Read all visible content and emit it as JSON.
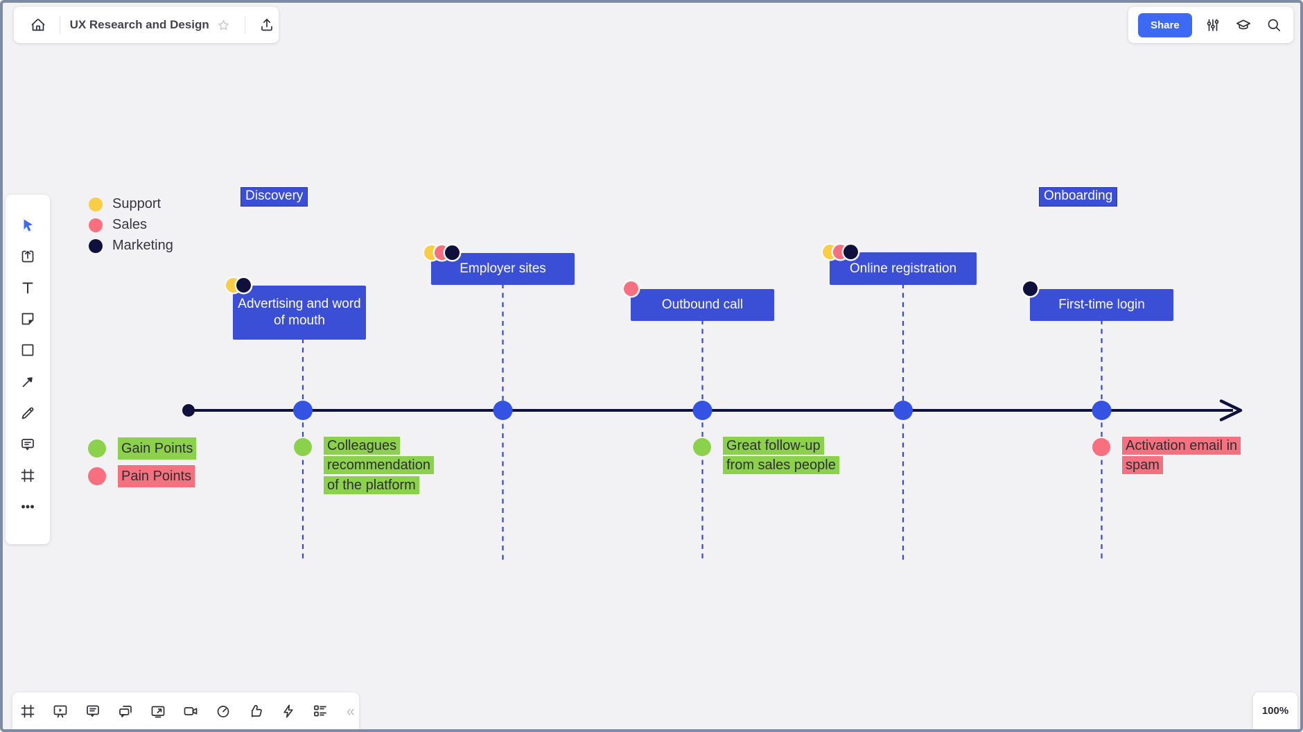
{
  "header": {
    "board_title": "UX Research and Design",
    "share_label": "Share",
    "icons": [
      "home-icon",
      "star-icon",
      "export-icon",
      "adjustments-icon",
      "learn-icon",
      "search-icon"
    ]
  },
  "left_toolbar": {
    "tools": [
      "select",
      "templates",
      "text",
      "sticky-note",
      "shape",
      "arrow",
      "pen",
      "comment",
      "frame",
      "more"
    ]
  },
  "bottom_toolbar": {
    "tools": [
      "frames",
      "present",
      "notes",
      "chat",
      "screen-share",
      "video-chat",
      "timer",
      "reactions",
      "energy",
      "cards"
    ],
    "collapse_glyph": "«"
  },
  "zoom_indicator": "100%",
  "canvas": {
    "legend": [
      {
        "label": "Support",
        "color": "#F9CE46"
      },
      {
        "label": "Sales",
        "color": "#F8707F"
      },
      {
        "label": "Marketing",
        "color": "#10103C"
      }
    ],
    "phases": [
      {
        "label": "Discovery"
      },
      {
        "label": "Onboarding"
      }
    ],
    "milestones": [
      {
        "label": "Advertising and word of mouth",
        "departments": [
          "support",
          "marketing"
        ]
      },
      {
        "label": "Employer sites",
        "departments": [
          "support",
          "sales",
          "marketing"
        ]
      },
      {
        "label": "Outbound call",
        "departments": [
          "sales"
        ]
      },
      {
        "label": "Online registration",
        "departments": [
          "support",
          "sales",
          "marketing"
        ]
      },
      {
        "label": "First-time login",
        "departments": [
          "marketing"
        ]
      }
    ],
    "points_legend": [
      {
        "label": "Gain Points",
        "type": "gain"
      },
      {
        "label": "Pain Points",
        "type": "pain"
      }
    ],
    "notes": [
      {
        "text": "Colleagues recommendation of the platform",
        "type": "gain"
      },
      {
        "text": "Great follow-up from sales people",
        "type": "gain"
      },
      {
        "text": "Activation email in spam",
        "type": "pain"
      }
    ],
    "colors": {
      "card_blue": "#3B4FD6",
      "timeline": "#10113C",
      "milestone_dot": "#3453E2",
      "support": "#F9CE46",
      "sales": "#F8707F",
      "marketing": "#10103C",
      "gain_green": "#8CD14C",
      "pain_pink": "#F6717F",
      "share_blue": "#3D6AF5",
      "canvas_bg": "#F2F2F4"
    }
  }
}
